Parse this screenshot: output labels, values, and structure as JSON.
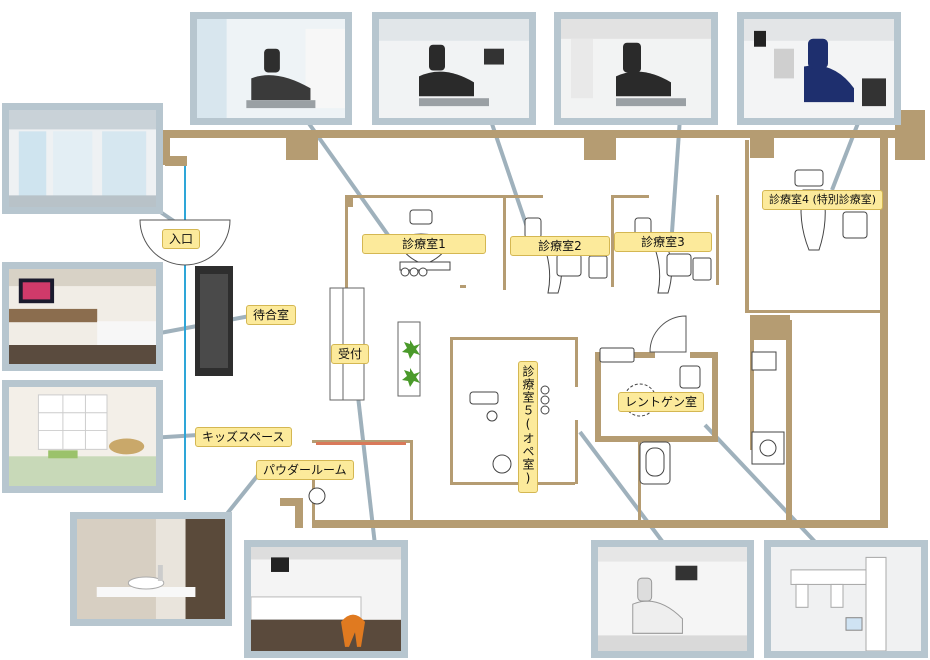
{
  "colors": {
    "wall": "#b59c72",
    "glass": "#2ea6d8",
    "label_bg": "#fcea9b",
    "photo_frame": "#b7c6cf",
    "plant": "#4a9a2a"
  },
  "labels": {
    "entrance": "入口",
    "waiting": "待合室",
    "kids": "キッズスペース",
    "powder": "パウダールーム",
    "reception": "受付",
    "room1": "診療室1",
    "room2": "診療室2",
    "room3": "診療室3",
    "room4": "診療室4 (特別診療室)",
    "room5": "診療室５(オペ室)",
    "xray": "レントゲン室"
  },
  "photos": [
    {
      "name": "photo-entrance",
      "subject": "entrance-glass-doors"
    },
    {
      "name": "photo-waiting-room",
      "subject": "waiting-room-sofa-tv"
    },
    {
      "name": "photo-kids-space",
      "subject": "kids-space-shelves-mats"
    },
    {
      "name": "photo-powder-room",
      "subject": "powder-room-sink"
    },
    {
      "name": "photo-reception",
      "subject": "reception-counter-chair"
    },
    {
      "name": "photo-room1",
      "subject": "dental-chair"
    },
    {
      "name": "photo-room2",
      "subject": "dental-chair"
    },
    {
      "name": "photo-room3",
      "subject": "dental-chair"
    },
    {
      "name": "photo-room4",
      "subject": "dental-chair-blue"
    },
    {
      "name": "photo-room5",
      "subject": "operating-dental-chair"
    },
    {
      "name": "photo-xray",
      "subject": "panoramic-xray-machine"
    }
  ]
}
